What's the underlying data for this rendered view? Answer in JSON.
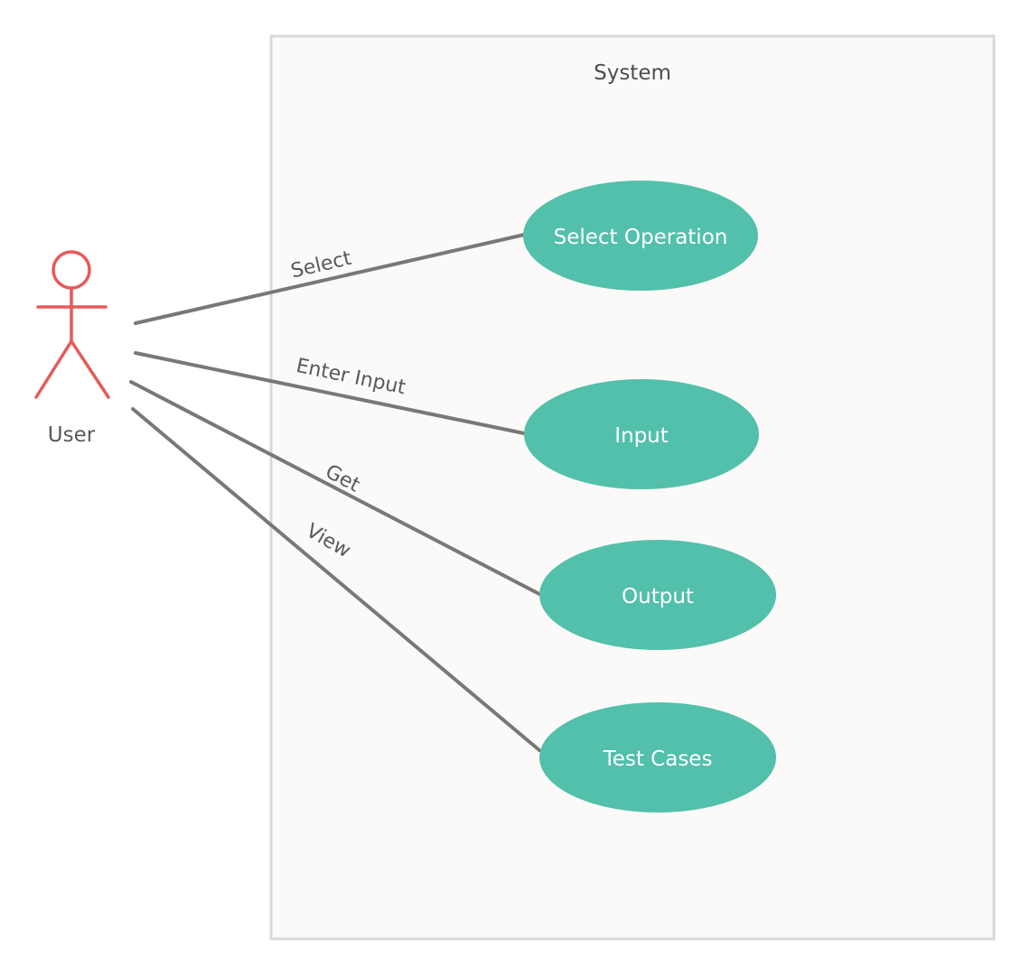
{
  "system": {
    "title": "System"
  },
  "actor": {
    "label": "User",
    "icon": "stick-figure-icon",
    "color": "#e65a5a"
  },
  "use_cases": [
    {
      "id": "select-operation",
      "label": "Select Operation"
    },
    {
      "id": "input",
      "label": "Input"
    },
    {
      "id": "output",
      "label": "Output"
    },
    {
      "id": "test-cases",
      "label": "Test Cases"
    }
  ],
  "associations": [
    {
      "label": "Select",
      "target": "select-operation"
    },
    {
      "label": "Enter Input",
      "target": "input"
    },
    {
      "label": "Get",
      "target": "output"
    },
    {
      "label": "View",
      "target": "test-cases"
    }
  ],
  "colors": {
    "use_case_fill": "#52c0aa",
    "line": "#7a7876",
    "boundary_fill": "#fbfaf9",
    "boundary_stroke": "#d9d9d9"
  }
}
